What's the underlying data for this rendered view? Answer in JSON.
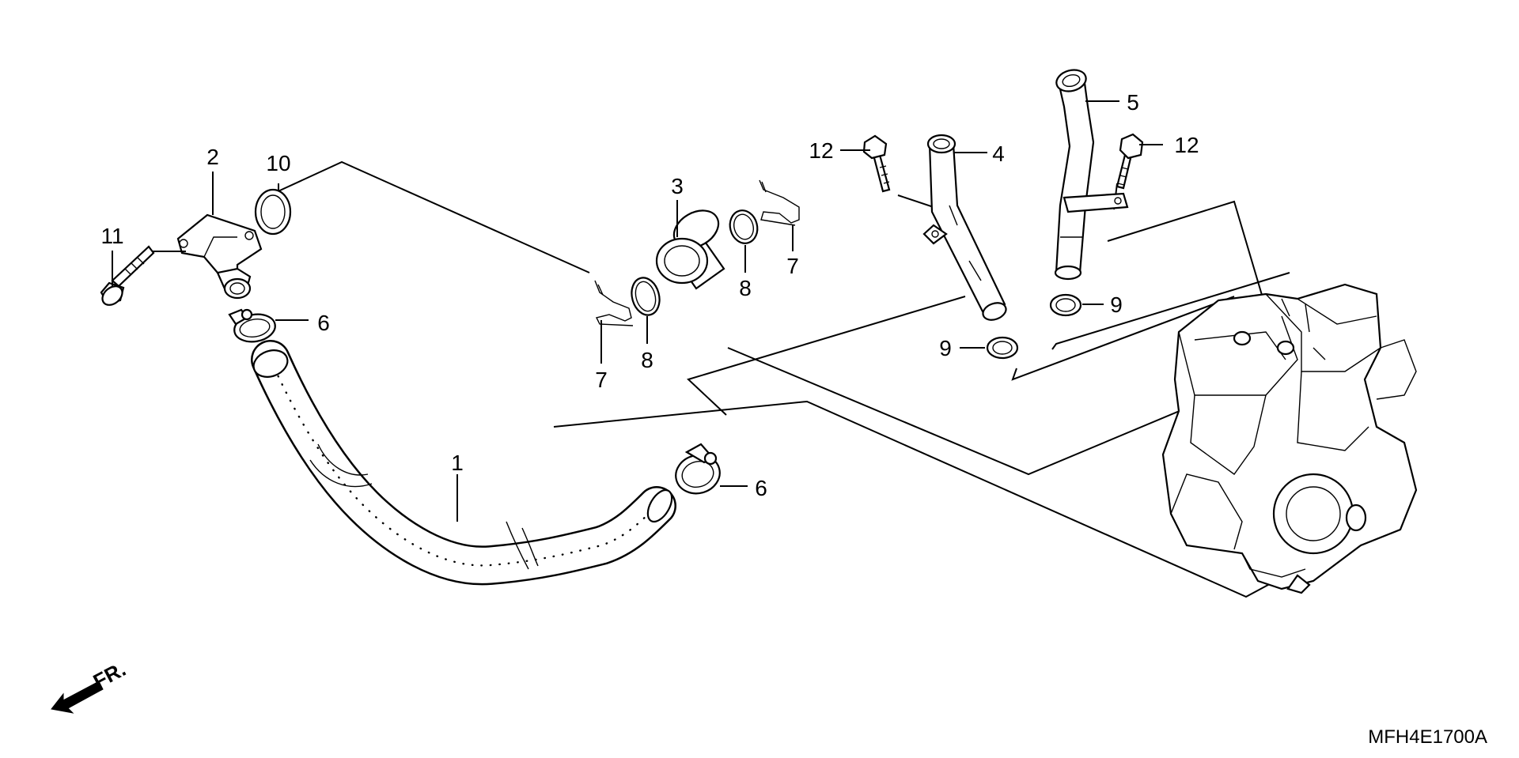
{
  "diagram_code": "MFH4E1700A",
  "front_marker": {
    "text": "FR.",
    "icon": "front-direction-arrow"
  },
  "callouts": {
    "p1": "1",
    "p2": "2",
    "p3": "3",
    "p4": "4",
    "p5": "5",
    "p6a": "6",
    "p6b": "6",
    "p7a": "7",
    "p7b": "7",
    "p8a": "8",
    "p8b": "8",
    "p9a": "9",
    "p9b": "9",
    "p10": "10",
    "p11": "11",
    "p12a": "12",
    "p12b": "12"
  }
}
